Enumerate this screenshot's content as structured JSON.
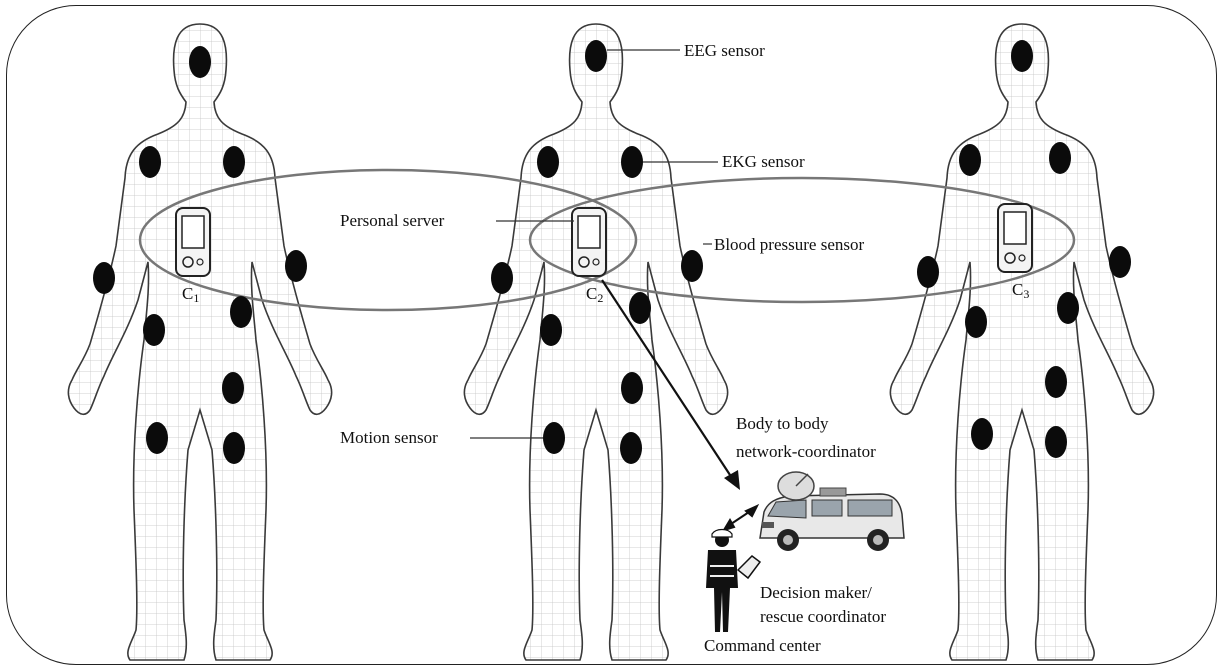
{
  "diagram": {
    "labels": {
      "eeg": "EEG sensor",
      "ekg": "EKG sensor",
      "personal_server": "Personal server",
      "blood_pressure": "Blood pressure sensor",
      "motion": "Motion sensor",
      "b2b_line1": "Body to body",
      "b2b_line2": "network-coordinator",
      "decision_line1": "Decision maker/",
      "decision_line2": "rescue coordinator",
      "command_center": "Command center"
    },
    "coordinators": [
      {
        "letter": "C",
        "index": "1"
      },
      {
        "letter": "C",
        "index": "2"
      },
      {
        "letter": "C",
        "index": "3"
      }
    ],
    "colors": {
      "outline": "#3a3a3a",
      "grid": "#c4c4c4",
      "sensor": "#0b0b0b",
      "ellipse": "#777777",
      "arrow": "#111111"
    }
  }
}
